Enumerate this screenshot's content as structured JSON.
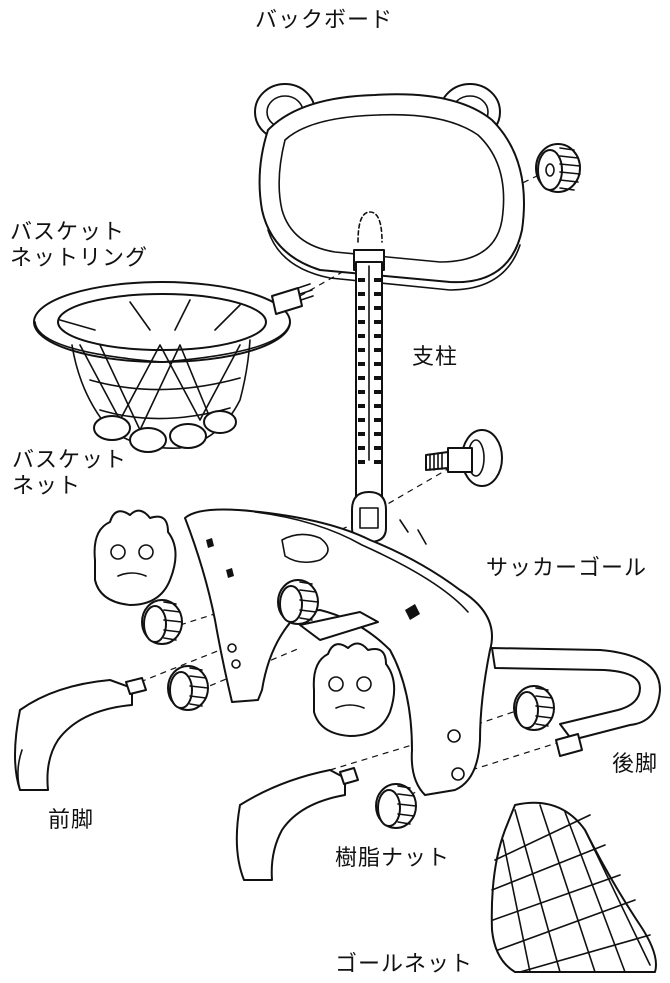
{
  "labels": {
    "backboard": "バックボード",
    "ring_line1": "バスケット",
    "ring_line2": "ネットリング",
    "pole": "支柱",
    "net_line1": "バスケット",
    "net_line2": "ネット",
    "soccer_goal": "サッカーゴール",
    "rear_leg": "後脚",
    "front_leg": "前脚",
    "resin_nut": "樹脂ナット",
    "goal_net": "ゴールネット"
  },
  "icons": [
    "backboard-part",
    "basket-ring-part",
    "basket-net-part",
    "pole-part",
    "soccer-goal-frame-part",
    "face-decal-icon",
    "resin-nut-icon",
    "front-leg-part",
    "rear-leg-part",
    "goal-net-part",
    "bolt-part"
  ]
}
